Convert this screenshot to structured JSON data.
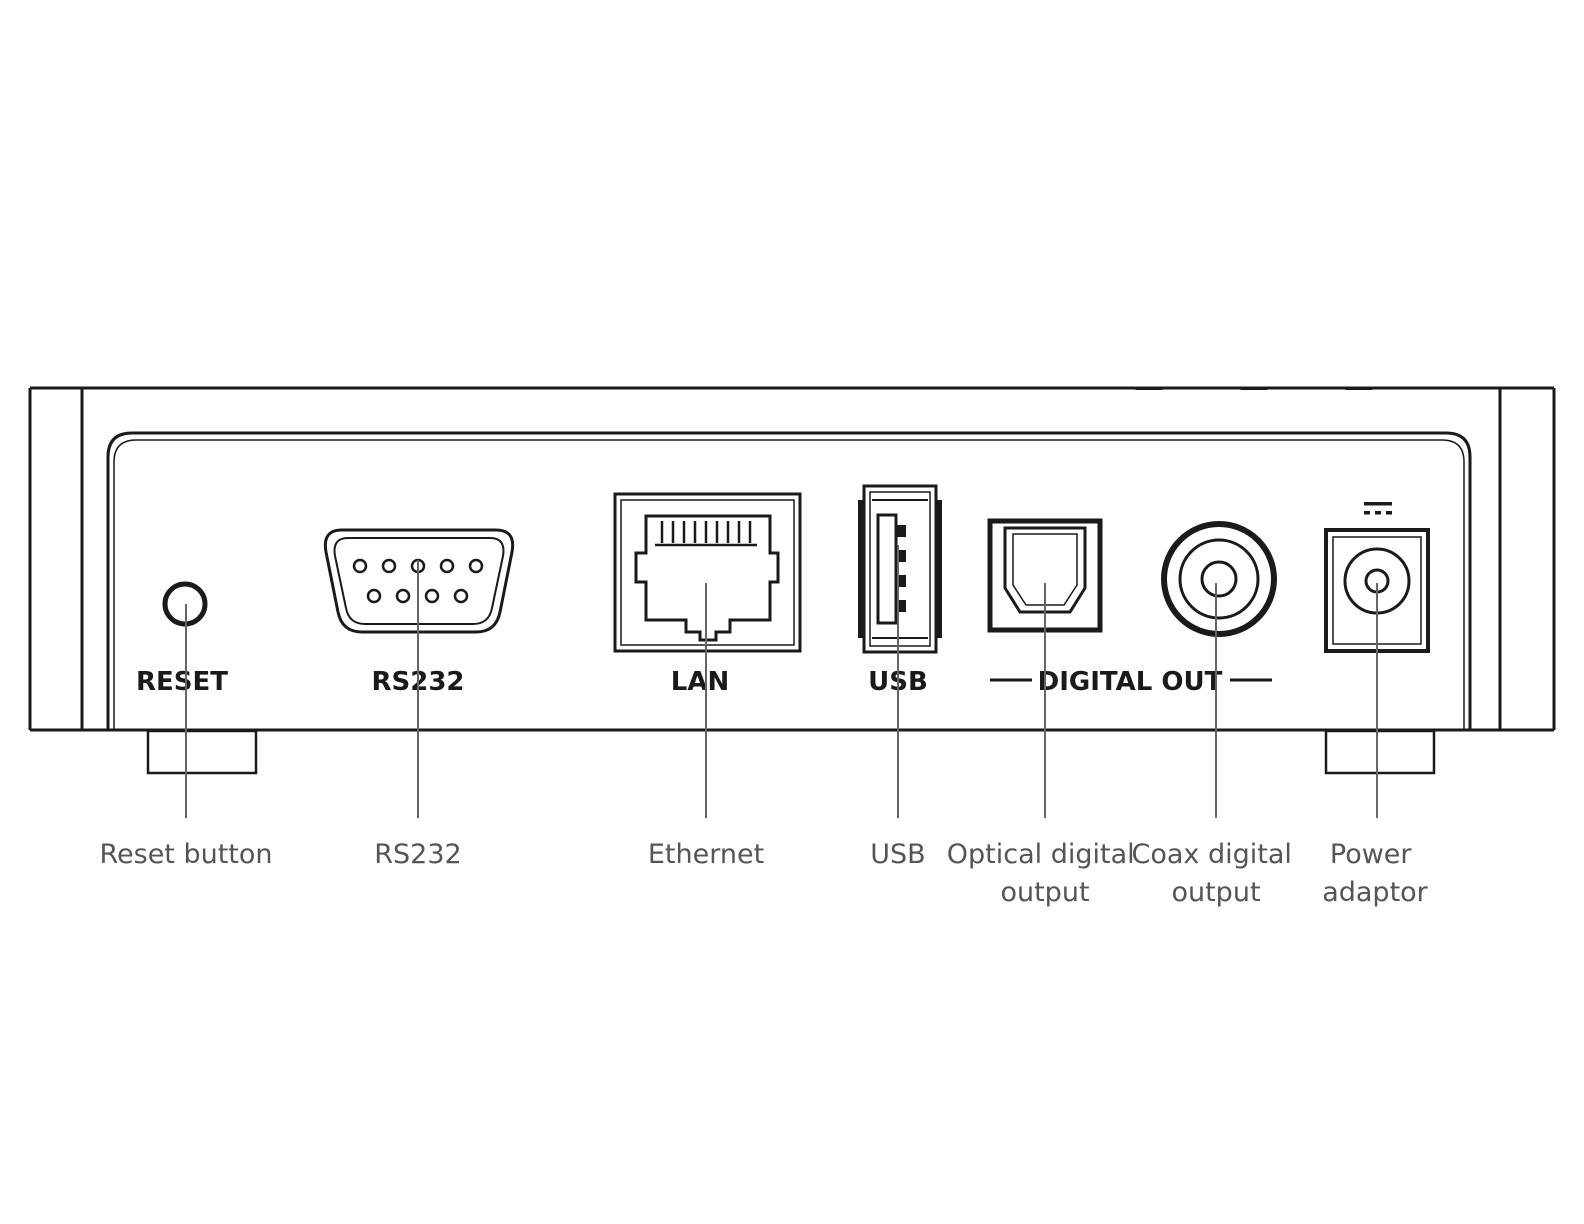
{
  "panel_labels": {
    "reset": "RESET",
    "rs232": "RS232",
    "lan": "LAN",
    "usb": "USB",
    "digital_out": "DIGITAL OUT"
  },
  "callouts": {
    "reset_button": [
      "Reset button"
    ],
    "rs232": [
      "RS232"
    ],
    "ethernet": [
      "Ethernet"
    ],
    "usb": [
      "USB"
    ],
    "optical": [
      "Optical digital",
      "output"
    ],
    "coax": [
      "Coax digital",
      "output"
    ],
    "power": [
      "Power",
      "adaptor"
    ]
  },
  "colors": {
    "line": "#1a1a1a",
    "leader": "#666666",
    "callout_text": "#555555"
  }
}
